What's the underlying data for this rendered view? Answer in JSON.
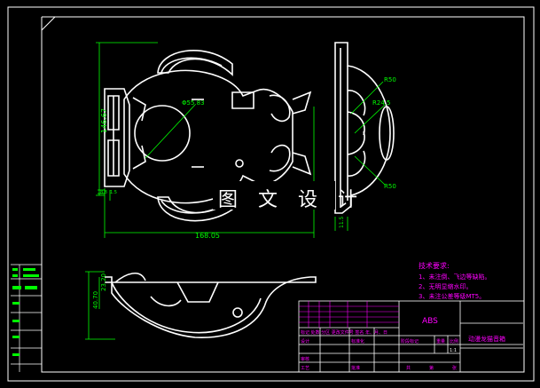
{
  "watermark": "图 文 设 计",
  "colors": {
    "background": "#000000",
    "outline": "#ffffff",
    "dimension": "#00ff00",
    "annotation": "#ff00ff",
    "side_markers": "#00ff00"
  },
  "dimensions": {
    "overall_width": "168.05",
    "overall_height": "146.67",
    "hole_diameter": "Φ55.83",
    "side_height": "40.70",
    "side_inner": "23.20",
    "small_left_1": "8.8",
    "small_left_2": "1.5",
    "right_bottom": "11.5"
  },
  "radii": {
    "r_top": "R50",
    "r_mid": "R24.5",
    "r_bottom": "R50"
  },
  "technical_requirements": {
    "title": "技术要求:",
    "items": [
      "1、未注倒、飞边等缺陷。",
      "2、无明显缩水印。",
      "3、未注公差等级MT5。"
    ]
  },
  "title_block": {
    "material": "ABS",
    "part_name": "动漫龙猫音箱",
    "header_row": "标记 处数 分区 更改文件号 签名 年、月、日",
    "labels": {
      "design": "设计",
      "standardize": "标准化",
      "review": "审核",
      "craft": "工艺",
      "approve": "批准",
      "stage": "阶段标记",
      "weight": "重量",
      "scale": "比例",
      "sheet_total": "共",
      "sheet": "第",
      "pages": "张"
    },
    "scale_value": "1:1"
  }
}
